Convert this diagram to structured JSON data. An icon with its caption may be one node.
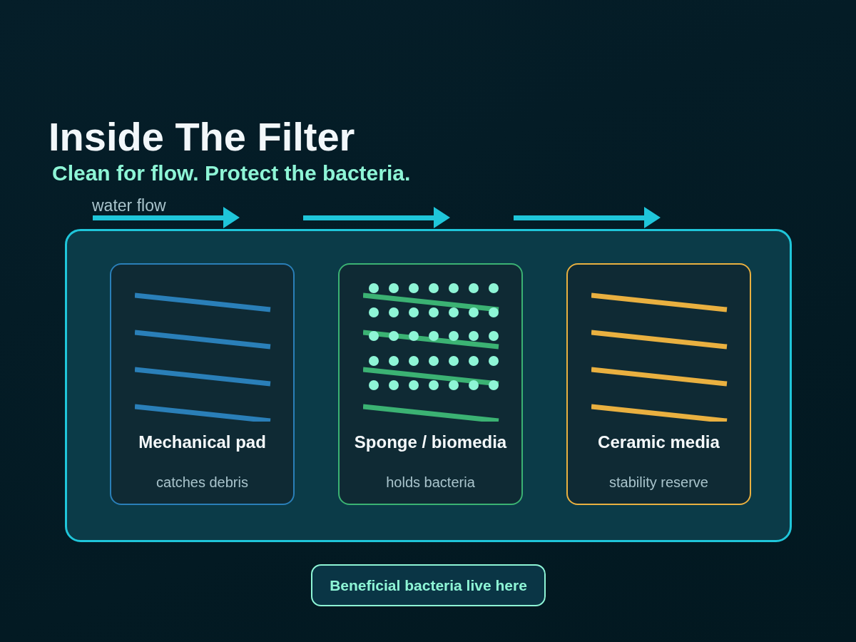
{
  "diagram": {
    "title": "Inside The Filter",
    "nodes": [
      {
        "text": [],
        "shape": "box"
      },
      {
        "text": [
          "Mechanical pad",
          "catches debris"
        ],
        "in": 0
      },
      {
        "text": [
          "Sponge / biomedia",
          "holds bacteria"
        ],
        "in": 0
      },
      {
        "text": [
          "Ceramic media",
          "stability reserve"
        ],
        "in": 0
      },
      {
        "text": [
          "Beneficial bacteria live here"
        ]
      }
    ],
    "labels": [
      "Clean for flow. Protect the bacteria.",
      "water flow"
    ]
  }
}
